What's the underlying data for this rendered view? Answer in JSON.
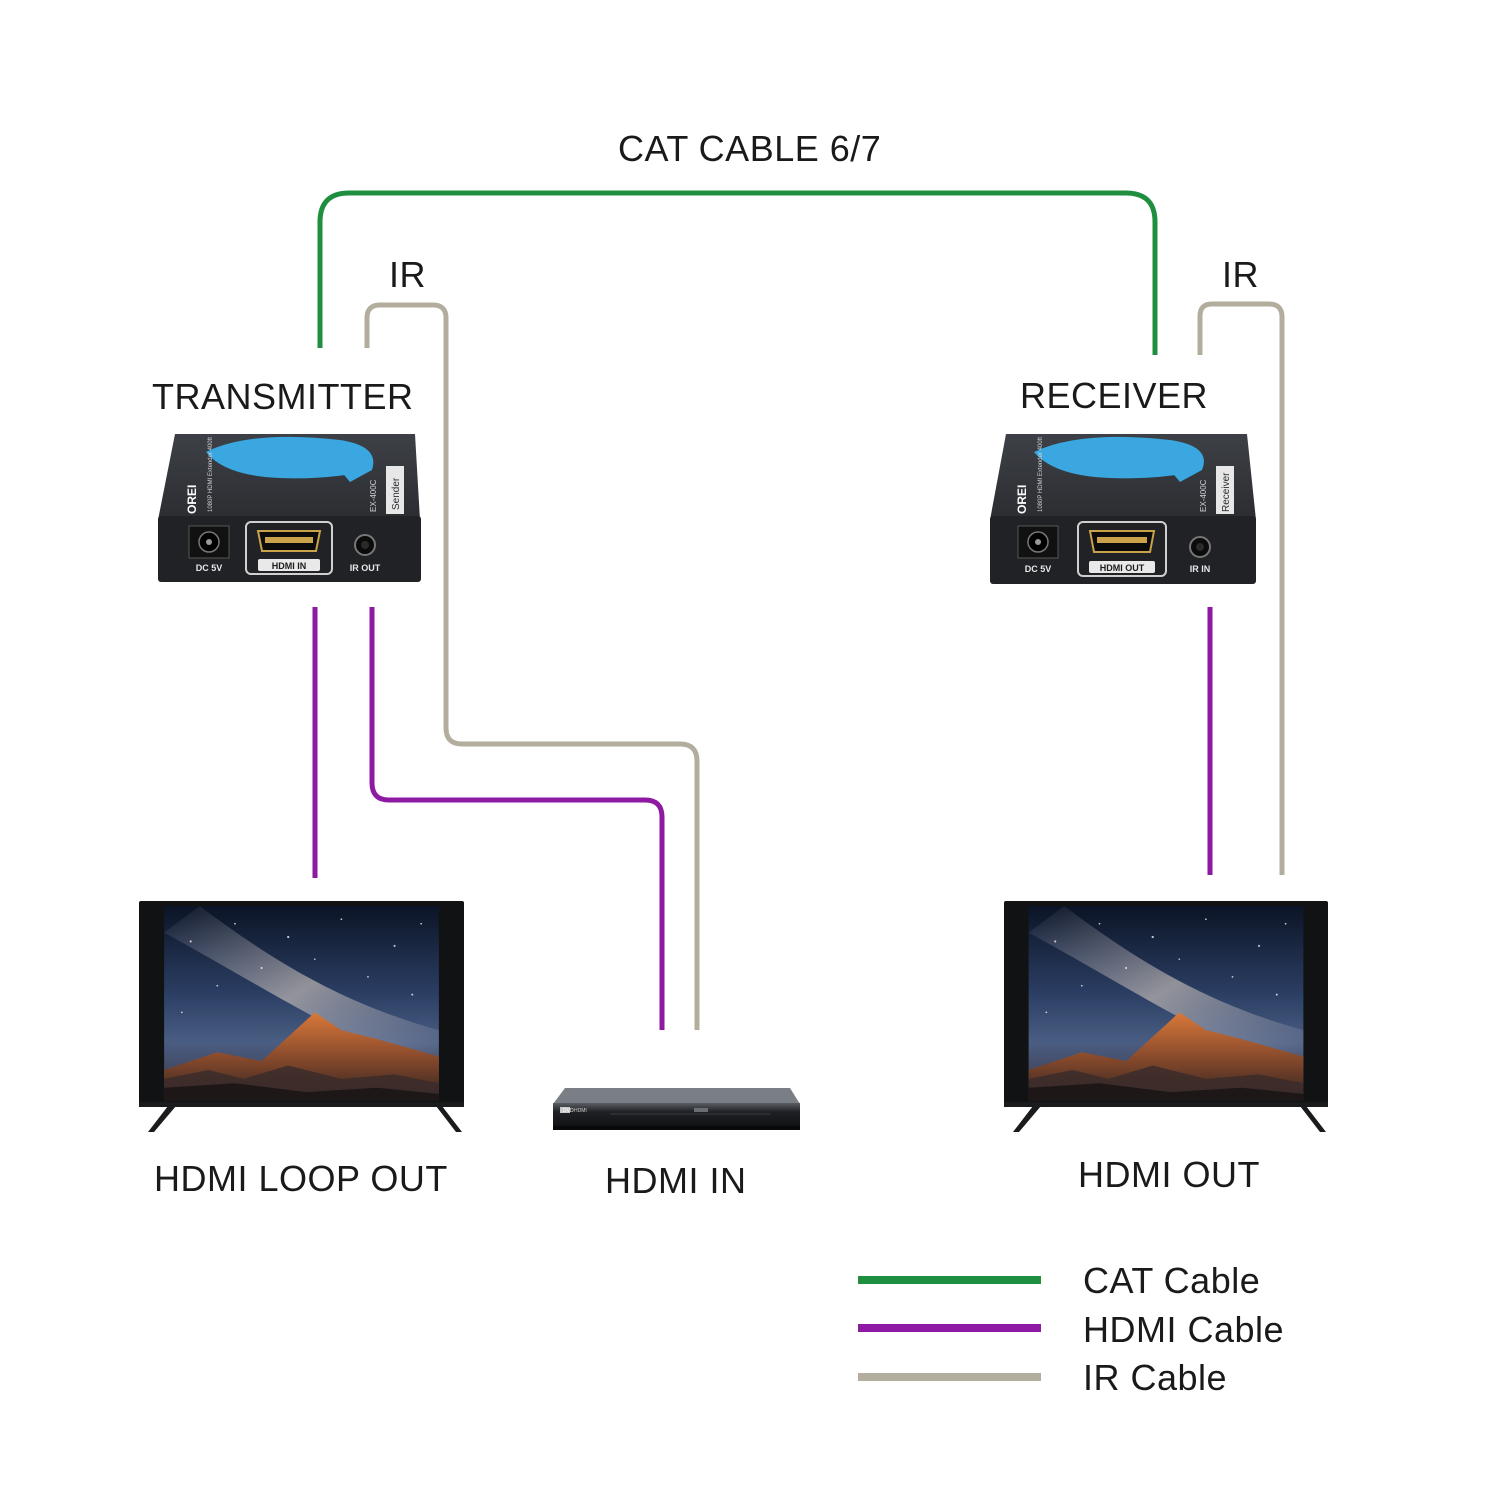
{
  "labels": {
    "cat_cable_top": "CAT CABLE 6/7",
    "ir_left": "IR",
    "ir_right": "IR",
    "transmitter": "TRANSMITTER",
    "receiver": "RECEIVER",
    "hdmi_loop_out": "HDMI LOOP OUT",
    "hdmi_in": "HDMI IN",
    "hdmi_out": "HDMI OUT"
  },
  "transmitter_device": {
    "brand": "OREI",
    "model": "EX-400C",
    "tag": "Sender",
    "side_text": "1080P HDMI Extender 400ft",
    "ports": [
      "DC 5V",
      "HDMI IN",
      "IR OUT"
    ]
  },
  "receiver_device": {
    "brand": "OREI",
    "model": "EX-400C",
    "tag": "Receiver",
    "side_text": "1080P HDMI Extender 400ft",
    "ports": [
      "DC 5V",
      "HDMI OUT",
      "IR IN"
    ]
  },
  "dvd_player": {
    "badge": "DVD",
    "brand": "HDMI"
  },
  "legend": [
    {
      "label": "CAT Cable",
      "color": "#1f8f3f"
    },
    {
      "label": "HDMI Cable",
      "color": "#8e1aa3"
    },
    {
      "label": "IR Cable",
      "color": "#b3ad9e"
    }
  ],
  "colors": {
    "cat": "#1f8f3f",
    "hdmi": "#8e1aa3",
    "ir": "#b3ad9e",
    "device_body": "#2b2d31",
    "device_accent": "#3aa7e0"
  }
}
